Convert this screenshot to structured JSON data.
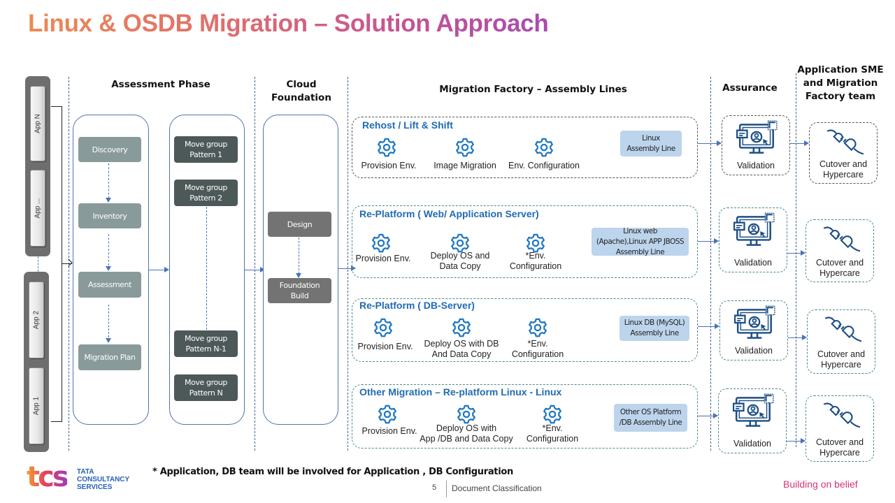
{
  "title": "Linux & OSDB Migration – Solution Approach",
  "phases": {
    "assessment": "Assessment Phase",
    "cloud_foundation": "Cloud\nFoundation",
    "migration_factory": "Migration Factory – Assembly Lines",
    "assurance": "Assurance",
    "app_sme": "Application SME\nand  Migration\nFactory team"
  },
  "apps": {
    "top_group": [
      "App N",
      "App ..."
    ],
    "bottom_group": [
      "App 2",
      "App 1"
    ]
  },
  "assessment_steps": [
    "Discovery",
    "Inventory",
    "Assessment",
    "Migration Plan"
  ],
  "move_groups": [
    "Move group\nPattern 1",
    "Move group\nPattern 2",
    "Move group\nPattern N-1",
    "Move group\nPattern  N"
  ],
  "cloud_foundation_steps": [
    "Design",
    "Foundation\nBuild"
  ],
  "lanes": [
    {
      "title": "Rehost / Lift & Shift",
      "steps": [
        "Provision  Env.",
        "Image  Migration",
        "Env.  Configuration"
      ],
      "assembly_line": "Linux\nAssembly Line",
      "validation": "Validation",
      "cutover": "Cutover  and\nHypercare"
    },
    {
      "title": "Re-Platform ( Web/ Application  Server)",
      "steps": [
        "Provision  Env.",
        "Deploy OS and\nData Copy",
        "*Env.\nConfiguration"
      ],
      "assembly_line": "Linux web\n(Apache),Linux APP JBOSS\nAssembly Line",
      "validation": "Validation",
      "cutover": "Cutover  and\nHypercare"
    },
    {
      "title": "Re-Platform ( DB-Server)",
      "steps": [
        "Provision  Env.",
        "Deploy  OS with DB\nAnd Data Copy",
        "*Env.\nConfiguration"
      ],
      "assembly_line": "Linux DB (MySQL)\nAssembly Line",
      "validation": "Validation",
      "cutover": "Cutover  and\nHypercare"
    },
    {
      "title": "Other Migration – Re-platform Linux - Linux",
      "steps": [
        "Provision  Env.",
        "Deploy  OS with\nApp /DB and Data Copy",
        "*Env.\nConfiguration"
      ],
      "assembly_line": "Other OS Platform\n/DB Assembly Line",
      "validation": "Validation",
      "cutover": "Cutover  and\nHypercare"
    }
  ],
  "footer": {
    "note": "* Application, DB team will be involved for Application , DB Configuration",
    "page_number": "5",
    "classification": "Document  Classification",
    "tagline": "Building on belief",
    "logo_mark": "tcs",
    "logo_text": "TATA\nCONSULTANCY\nSERVICES"
  },
  "colors": {
    "lane_title": "#1f6bb3",
    "assembly_box": "#bcd4ec",
    "icon_blue": "#1f78c1",
    "icon_navy": "#1c4f85",
    "tagline": "#d6337a"
  }
}
